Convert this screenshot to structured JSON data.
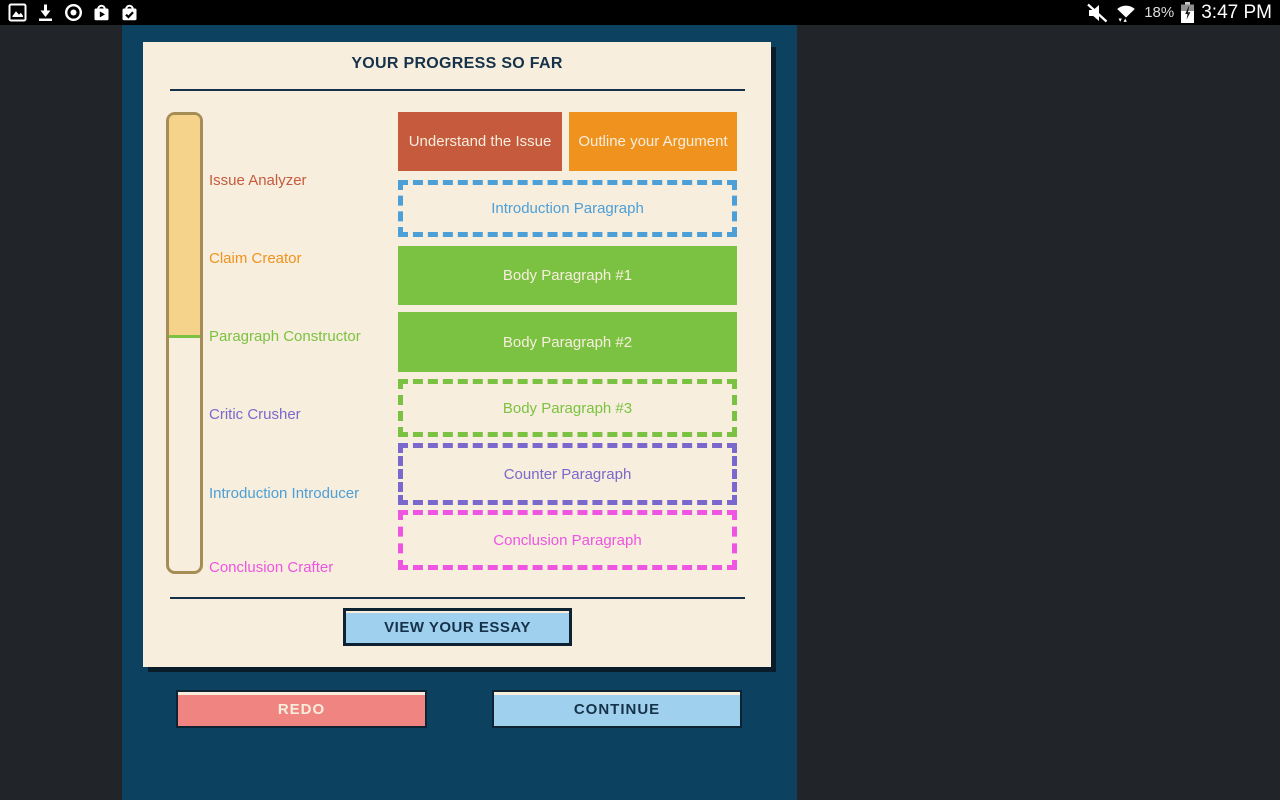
{
  "status_bar": {
    "time": "3:47 PM",
    "battery_percent": "18%",
    "left_icons": [
      "gallery-icon",
      "download-icon",
      "chrome-icon",
      "play-store-bag-icon",
      "shopping-bag-check-icon"
    ],
    "right_icons": [
      "volume-muted-icon",
      "wifi-arrows-icon",
      "battery-charging-icon"
    ]
  },
  "progress_card": {
    "title": "YOUR PROGRESS SO FAR",
    "meter": {
      "fill_percent": 49,
      "steps": [
        {
          "label": "Issue Analyzer",
          "color": "#c65a3d"
        },
        {
          "label": "Claim Creator",
          "color": "#f0921e"
        },
        {
          "label": "Paragraph Constructor",
          "color": "#7cc242"
        },
        {
          "label": "Critic Crusher",
          "color": "#7b68cc"
        },
        {
          "label": "Introduction Introducer",
          "color": "#4d9fd7"
        },
        {
          "label": "Conclusion Crafter",
          "color": "#ee55e0"
        }
      ]
    },
    "blocks": [
      {
        "label": "Understand the Issue",
        "status": "completed",
        "color": "#c65a3d"
      },
      {
        "label": "Outline your Argument",
        "status": "completed",
        "color": "#f0921e"
      },
      {
        "label": "Introduction Paragraph",
        "status": "not-started",
        "color": "#4d9fd7"
      },
      {
        "label": "Body Paragraph #1",
        "status": "completed",
        "color": "#7cc242"
      },
      {
        "label": "Body Paragraph #2",
        "status": "completed",
        "color": "#7cc242"
      },
      {
        "label": "Body Paragraph #3",
        "status": "not-started",
        "color": "#7cc242"
      },
      {
        "label": "Counter Paragraph",
        "status": "not-started",
        "color": "#7b68cc"
      },
      {
        "label": "Conclusion Paragraph",
        "status": "not-started",
        "color": "#ee55e0"
      }
    ],
    "view_essay_label": "VIEW YOUR ESSAY"
  },
  "footer": {
    "redo_label": "REDO",
    "continue_label": "CONTINUE"
  },
  "colors": {
    "page_bg": "#212529",
    "status_bar_bg": "#000000",
    "panel_bg": "#0c4260",
    "card_bg": "#f7eedd",
    "cream_text": "#f7eedd",
    "navy": "#16324a",
    "navy_dark": "#0d2334",
    "shadow": "#0a1c2a",
    "red": "#c65a3d",
    "orange": "#f0921e",
    "green": "#7cc242",
    "blue": "#4d9fd7",
    "purple": "#7b68cc",
    "magenta": "#ee55e0",
    "tan_border": "#a58d55",
    "tan_fill": "#f6d38b",
    "light_blue": "#9fd1ee",
    "salmon": "#f08481"
  }
}
